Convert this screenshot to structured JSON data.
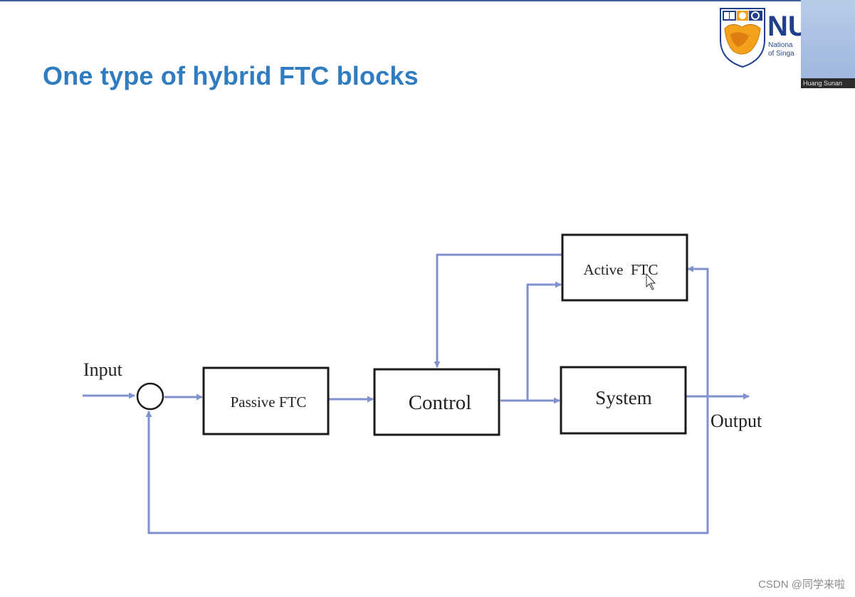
{
  "slide": {
    "title": "One type of hybrid FTC blocks"
  },
  "logo": {
    "abbrev": "NU",
    "line1": "Nationa",
    "line2": "of Singa"
  },
  "video_tile": {
    "name": "Huang Sunan"
  },
  "diagram": {
    "blocks": {
      "passive": "Passive FTC",
      "control": "Control",
      "system": "System",
      "active": "Active  FTC"
    },
    "input_label": "Input",
    "output_label": "Output",
    "line_color": "#7f92cf",
    "box_border_color": "#1a1a1a"
  },
  "watermark": "CSDN @同学来啦"
}
